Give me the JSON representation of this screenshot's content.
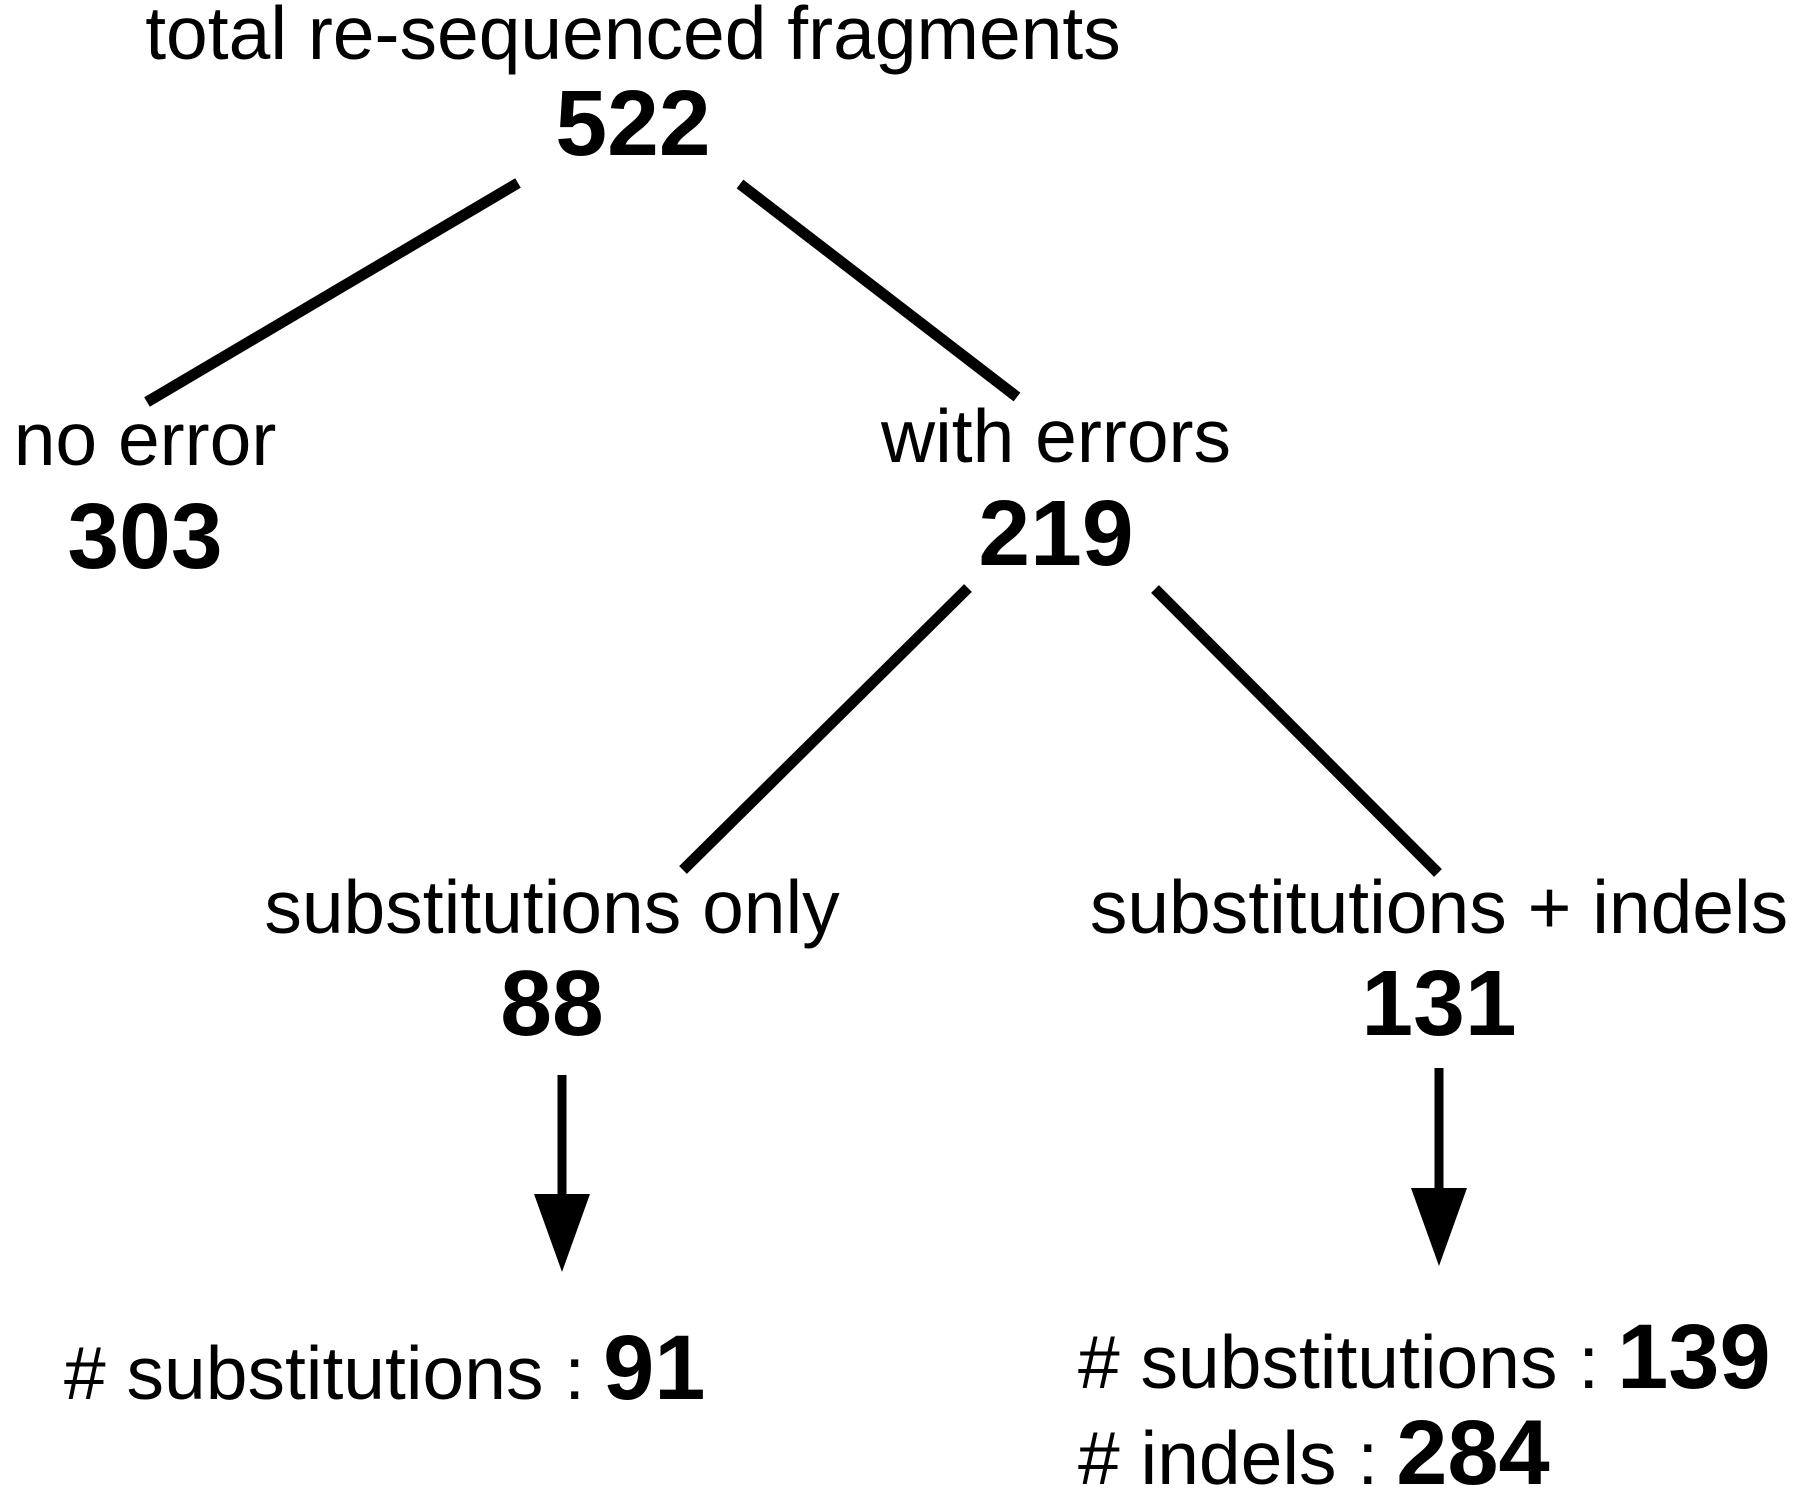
{
  "colors": {
    "ink": "#000000",
    "background": "#ffffff"
  },
  "tree": {
    "root": {
      "label": "total re-sequenced fragments",
      "value": "522"
    },
    "no_error": {
      "label": "no error",
      "value": "303"
    },
    "with_errors": {
      "label": "with errors",
      "value": "219"
    },
    "substitutions_only": {
      "label": "substitutions only",
      "value": "88"
    },
    "substitutions_plus_indels": {
      "label": "substitutions + indels",
      "value": "131"
    },
    "substitutions_only_counts": [
      {
        "label": "# substitutions :",
        "value": "91"
      }
    ],
    "substitutions_plus_indels_counts": [
      {
        "label": "# substitutions :",
        "value": "139"
      },
      {
        "label": "# indels :",
        "value": "284"
      }
    ]
  }
}
